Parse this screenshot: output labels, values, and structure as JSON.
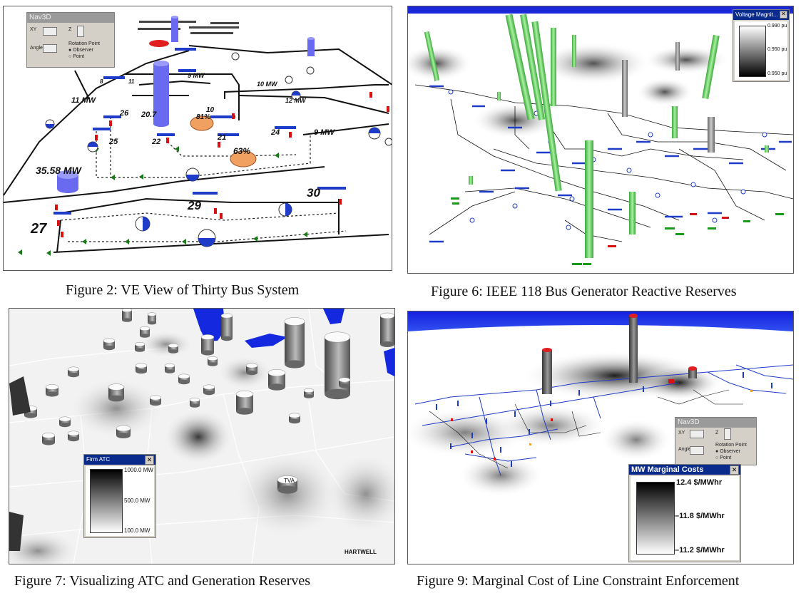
{
  "captions": {
    "fig2": "Figure 2: VE View of Thirty Bus System",
    "fig6": "Figure 6: IEEE 118 Bus Generator Reactive Reserves",
    "fig7": "Figure 7: Visualizing ATC and Generation Reserves",
    "fig9": "Figure 9:  Marginal Cost of Line Constraint Enforcement"
  },
  "fig2": {
    "nav": {
      "title": "Nav3D",
      "xy": "XY",
      "z": "Z",
      "angle": "Angle",
      "rotation_point": "Rotation Point",
      "opt1": "Observer",
      "opt2": "Point"
    },
    "labels": {
      "mw_11": "11 MW",
      "mw_9a": "9 MW",
      "mw_10": "10 MW",
      "mw_12": "12 MW",
      "mw_9b": "9 MW",
      "mw_20": "20.7",
      "mw_35": "35.58 MW",
      "pct_81": "81%",
      "pct_63": "63%",
      "b26": "26",
      "b25": "25",
      "b22": "22",
      "b21": "21",
      "b24": "24",
      "b10": "10",
      "b11": "11",
      "b8": "8",
      "b29": "29",
      "b30": "30",
      "b27": "27"
    }
  },
  "fig6": {
    "legend": {
      "title": "Voltage Magnit...",
      "top": "0.990 pu",
      "mid": "0.950 pu",
      "bot": "0.950 pu"
    }
  },
  "fig7": {
    "legend": {
      "title": "Firm ATC",
      "top": "1000.0 MW",
      "mid": "500.0 MW",
      "bot": "100.0 MW"
    },
    "labels": {
      "tva": "TVA",
      "hartwell": "HARTWELL"
    }
  },
  "fig9": {
    "nav": {
      "title": "Nav3D",
      "xy": "XY",
      "z": "Z",
      "angle": "Angle",
      "rotation_point": "Rotation Point",
      "opt1": "Observer",
      "opt2": "Point"
    },
    "legend": {
      "title": "MW Marginal Costs",
      "top": "12.4 $/MWhr",
      "mid": "11.8 $/MWhr",
      "bot": "11.2 $/MWhr"
    }
  }
}
